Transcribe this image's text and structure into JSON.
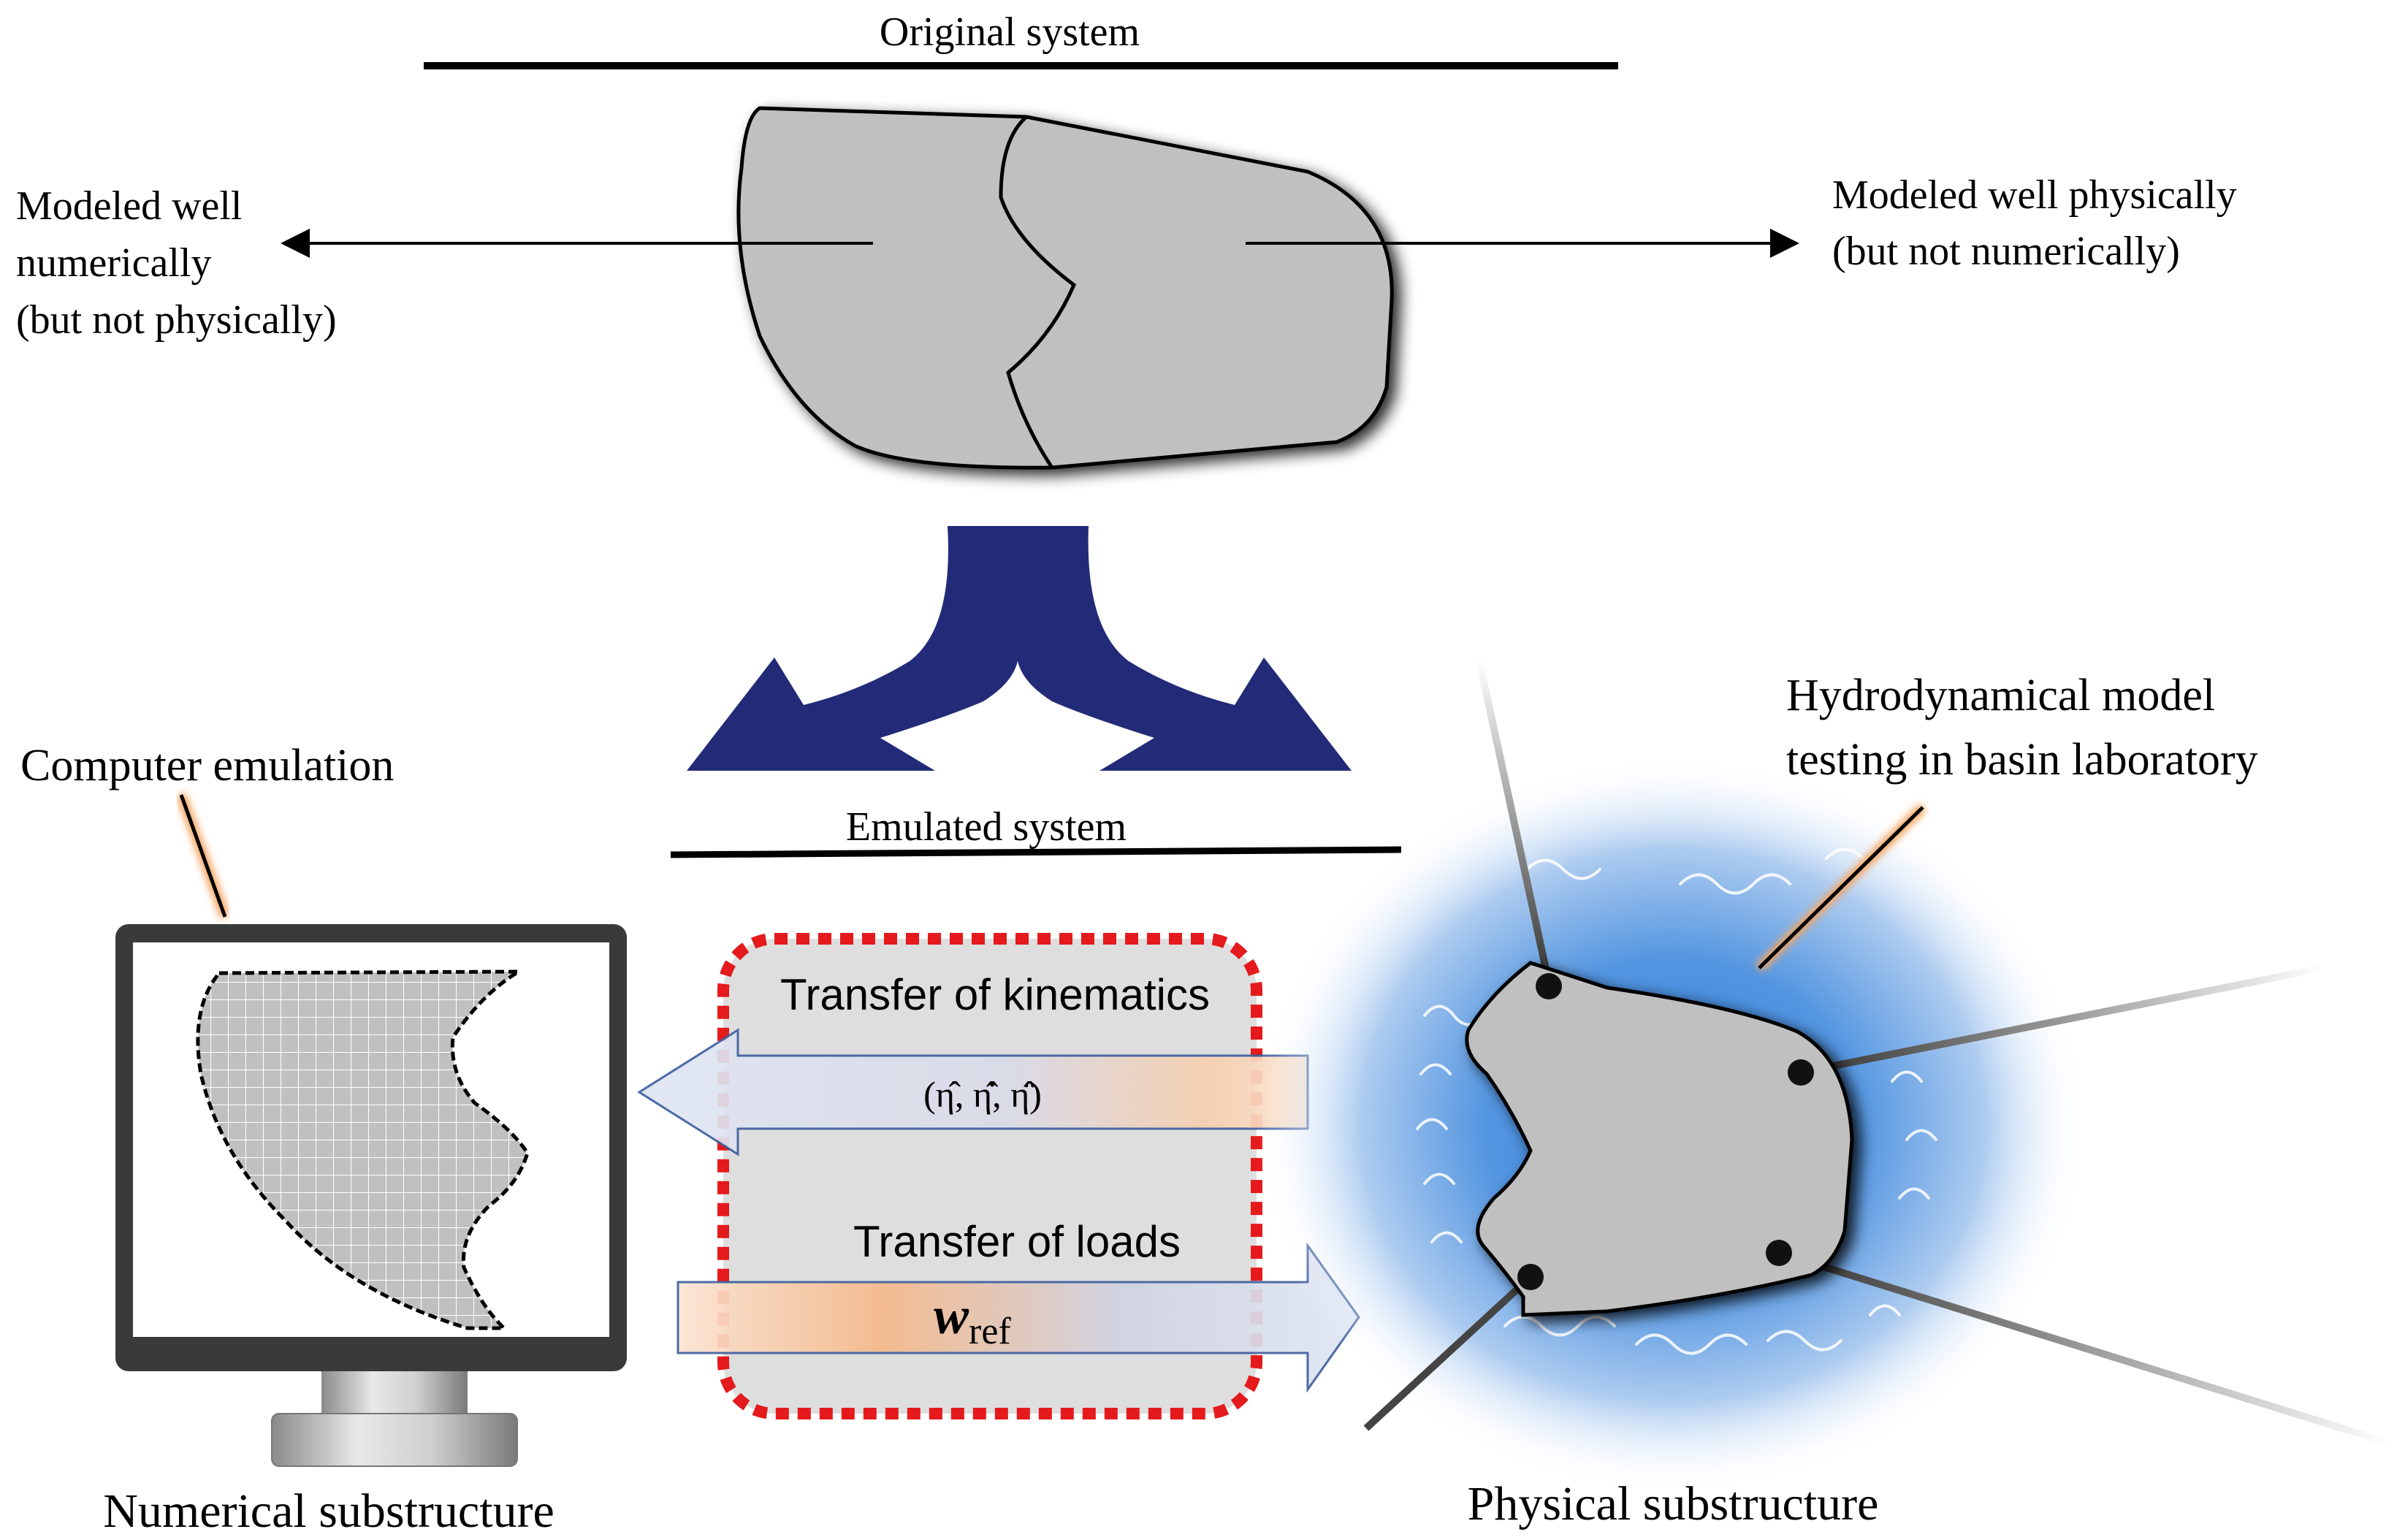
{
  "original_system": {
    "title": "Original system",
    "left_annotation": [
      "Modeled well",
      "numerically",
      "(but not physically)"
    ],
    "right_annotation": [
      "Modeled well physically",
      "(but not numerically)"
    ]
  },
  "emulated_system": {
    "title": "Emulated system"
  },
  "numerical": {
    "callout": "Computer emulation",
    "caption": "Numerical substructure"
  },
  "physical": {
    "callout": [
      "Hydrodynamical model",
      "testing in basin laboratory"
    ],
    "caption": "Physical substructure"
  },
  "transfer": {
    "kinematics_label": "Transfer of kinematics",
    "kinematics_symbol": "(η̂, η̂̇, η̂̈)",
    "loads_label": "Transfer of loads",
    "loads_symbol_main": "w",
    "loads_symbol_sub": "ref"
  },
  "colors": {
    "split_arrow": "#232b78",
    "body_fill": "#c0c0c0",
    "transfer_box_border": "#e41a1c",
    "arrow_glow": "#f4a460",
    "water": "#3b82d6"
  }
}
